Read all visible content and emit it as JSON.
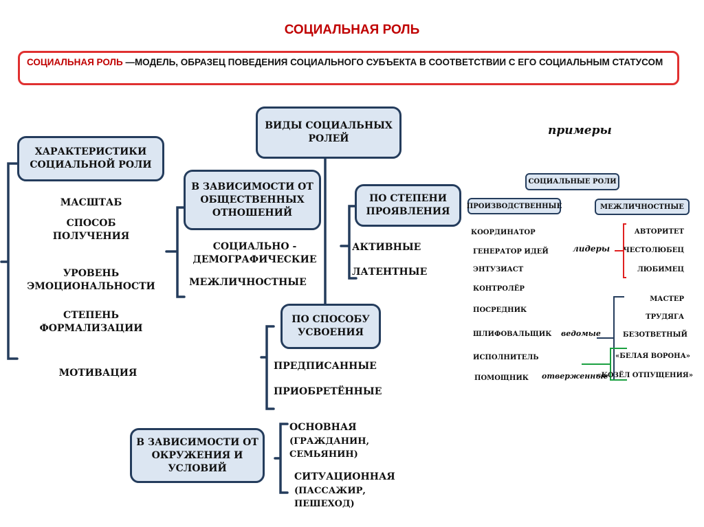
{
  "title": "СОЦИАЛЬНАЯ РОЛЬ",
  "definition": {
    "term": "СОЦИАЛЬНАЯ РОЛЬ",
    "text": " —МОДЕЛЬ, ОБРАЗЕЦ ПОВЕДЕНИЯ СОЦИАЛЬНОГО СУБЪЕКТА В СООТВЕТСТВИИ С ЕГО СОЦИАЛЬНЫМ СТАТУСОМ"
  },
  "center_box": "ВИДЫ СОЦИАЛЬНЫХ РОЛЕЙ",
  "characteristics": {
    "header": "ХАРАКТЕРИСТИКИ СОЦИАЛЬНОЙ РОЛИ",
    "items": [
      "МАСШТАБ",
      "СПОСОБ ПОЛУЧЕНИЯ",
      "УРОВЕНЬ ЭМОЦИОНАЛЬНОСТИ",
      "СТЕПЕНЬ ФОРМАЛИЗАЦИИ",
      "МОТИВАЦИЯ"
    ]
  },
  "by_relations": {
    "header": "В ЗАВИСИМОСТИ ОТ ОБЩЕСТВЕННЫХ ОТНОШЕНИЙ",
    "items": [
      "СОЦИАЛЬНО - ДЕМОГРАФИЧЕСКИЕ",
      "МЕЖЛИЧНОСТНЫЕ"
    ]
  },
  "by_degree": {
    "header": "ПО СТЕПЕНИ ПРОЯВЛЕНИЯ",
    "items": [
      "АКТИВНЫЕ",
      "ЛАТЕНТНЫЕ"
    ]
  },
  "by_acquisition": {
    "header": "ПО СПОСОБУ УСВОЕНИЯ",
    "items": [
      "ПРЕДПИСАННЫЕ",
      "ПРИОБРЕТЁННЫЕ"
    ]
  },
  "by_environment": {
    "header": "В ЗАВИСИМОСТИ ОТ ОКРУЖЕНИЯ И УСЛОВИЙ",
    "items": [
      "ОСНОВНАЯ",
      "(ГРАЖДАНИН, СЕМЬЯНИН)",
      "СИТУАЦИОННАЯ",
      "(ПАССАЖИР, ПЕШЕХОД)"
    ]
  },
  "examples": {
    "label": "примеры",
    "root": "СОЦИАЛЬНЫЕ РОЛИ",
    "production": {
      "header": "ПРОИЗВОДСТВЕННЫЕ",
      "items": [
        "КООРДИНАТОР",
        "ГЕНЕРАТОР ИДЕЙ",
        "ЭНТУЗИАСТ",
        "КОНТРОЛЁР",
        "ПОСРЕДНИК",
        "ШЛИФОВАЛЬЩИК",
        "ИСПОЛНИТЕЛЬ",
        "ПОМОЩНИК"
      ]
    },
    "interpersonal": {
      "header": "МЕЖЛИЧНОСТНЫЕ",
      "items": [
        "АВТОРИТЕТ",
        "ЧЕСТОЛЮБЕЦ",
        "ЛЮБИМЕЦ",
        "МАСТЕР",
        "ТРУДЯГА",
        "БЕЗОТВЕТНЫЙ",
        "«БЕЛАЯ ВОРОНА»",
        "«КОЗЁЛ ОТПУЩЕНИЯ»"
      ]
    },
    "groups": {
      "leaders": "лидеры",
      "followers": "ведомые",
      "outcasts": "отверженные"
    }
  },
  "colors": {
    "accent": "#c00000",
    "box_fill": "#dce6f2",
    "box_border": "#243c5c",
    "green": "#1aa040"
  }
}
